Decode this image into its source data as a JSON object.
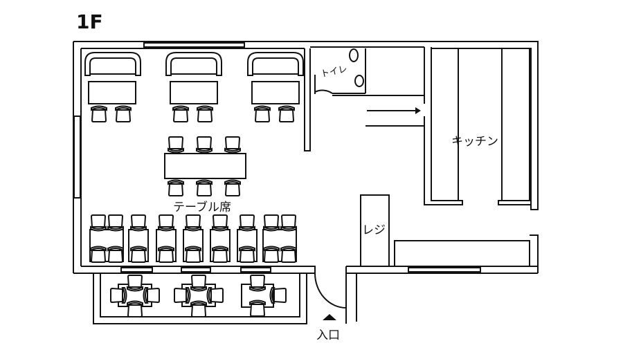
{
  "floor_label": "1F",
  "rooms": {
    "toilet": "トイレ",
    "kitchen": "キッチン",
    "table_seating": "テーブル席",
    "register": "レジ",
    "entrance": "入口"
  },
  "colors": {
    "line": "#111111",
    "background": "#ffffff"
  }
}
